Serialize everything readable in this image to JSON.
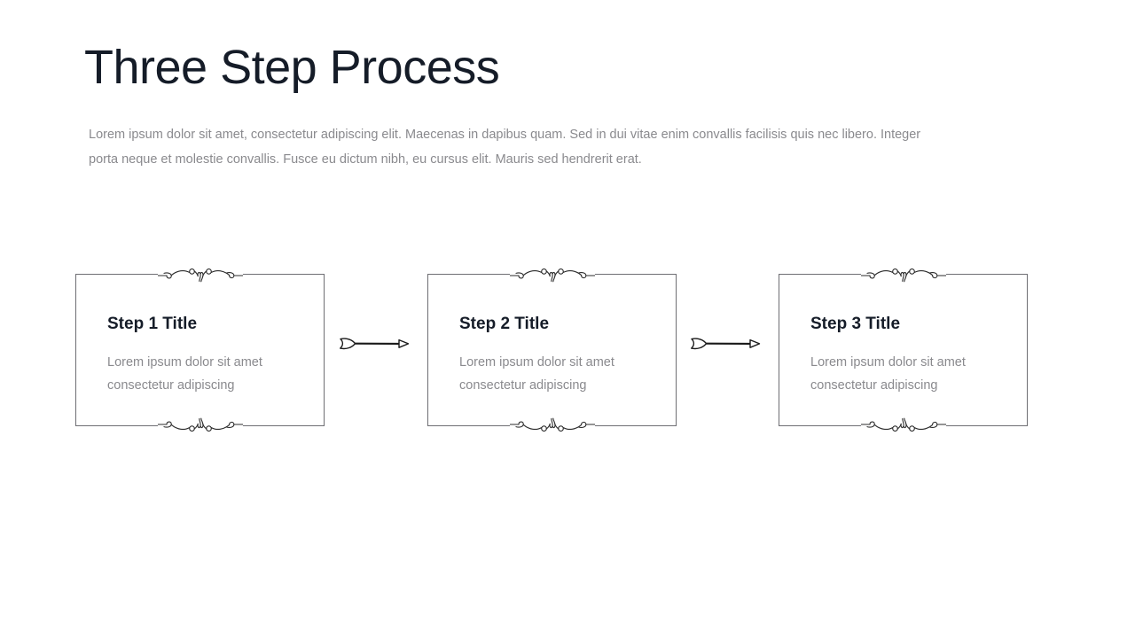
{
  "header": {
    "title": "Three Step Process",
    "subtitle": "Lorem ipsum dolor sit amet, consectetur adipiscing elit. Maecenas in dapibus quam. Sed in dui vitae enim convallis facilisis quis nec libero. Integer porta neque et molestie convallis. Fusce eu dictum nibh, eu cursus elit. Mauris sed hendrerit erat."
  },
  "steps": [
    {
      "title": "Step 1 Title",
      "body": "Lorem ipsum dolor sit amet consectetur adipiscing"
    },
    {
      "title": "Step 2 Title",
      "body": "Lorem ipsum dolor sit amet consectetur adipiscing"
    },
    {
      "title": "Step 3 Title",
      "body": "Lorem ipsum dolor sit amet consectetur adipiscing"
    }
  ],
  "connectors": [
    {
      "icon": "arrow-right-icon"
    },
    {
      "icon": "arrow-right-icon"
    }
  ],
  "decorations": {
    "top_ornament_icon": "flourish-ornament-icon",
    "bottom_ornament_icon": "flourish-ornament-icon"
  },
  "colors": {
    "title": "#151c28",
    "body_text": "#8a8a8e",
    "card_border": "#6e6e73",
    "ink": "#1a1a1a",
    "background": "#ffffff"
  }
}
